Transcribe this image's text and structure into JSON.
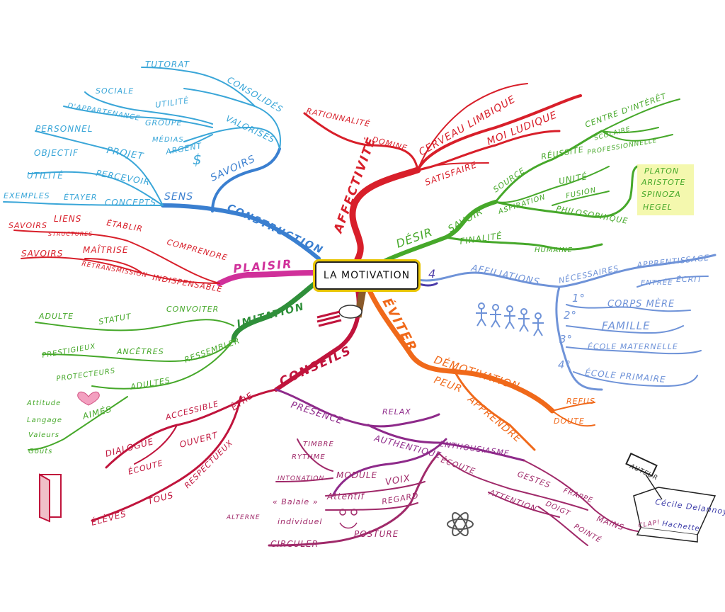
{
  "center": {
    "title": "LA MOTIVATION",
    "number": "4"
  },
  "colors": {
    "affectivite": "#d81f2a",
    "desir": "#46a82a",
    "affiliations": "#6f93d8",
    "eviter": "#f0691a",
    "conseils": "#c0143c",
    "imitation": "#2f8f3a",
    "plaisir": "#d0309a",
    "construction": "#3a7fd0",
    "sens": "#3aa6d8",
    "presence": "#8e2a8a",
    "platon_bg": "#f2f7a0",
    "heart": "#f3a0c0"
  },
  "affectivite": {
    "main": "AFFECTIVITÉ",
    "rationnalite": "RATIONNALITÉ",
    "domine": "DOMINE",
    "cerveau": "CERVEAU LIMBIQUE",
    "moi": "MOI LUDIQUE",
    "satisfaire": "SATISFAIRE"
  },
  "desir": {
    "main": "DÉSIR",
    "savoir": "SAVOIR",
    "source": "SOURCE",
    "reussite": "RÉUSSITE",
    "centre": "CENTRE D'INTÉRÊT",
    "scolaire": "SCOLAIRE",
    "pro": "PROFESSIONNELLE",
    "aspiration": "ASPIRATION",
    "unite": "UNITÉ",
    "fusion": "FUSION",
    "philo": "PHILOSOPHIQUE",
    "finalite": "FINALITÉ",
    "humaine": "HUMAINE",
    "platon": [
      "PLATON",
      "ARISTOTE",
      "SPINOZA",
      "HEGEL"
    ]
  },
  "affiliations": {
    "main": "AFFILIATIONS",
    "necessaires": "NÉCESSAIRES",
    "apprentissage": "APPRENTISSAGE",
    "entree": "ENTRÉE",
    "ecrit": "ÉCRIT",
    "items": [
      {
        "n": "1°",
        "label": "CORPS MÈRE"
      },
      {
        "n": "2°",
        "label": "FAMILLE"
      },
      {
        "n": "3°",
        "label": "ÉCOLE MATERNELLE"
      },
      {
        "n": "4°",
        "label": "ÉCOLE PRIMAIRE"
      }
    ]
  },
  "eviter": {
    "main": "ÉVITER",
    "demotivation": "DÉMOTIVATION",
    "peur": "PEUR",
    "apprendre": "APPRENDRE",
    "refus": "REFUS",
    "doute": "DOUTE"
  },
  "conseils": {
    "main": "CONSEILS",
    "presence": "PRÉSENCE",
    "relax": "RELAX",
    "authentique": "AUTHENTIQUE",
    "enthousiasme": "ENTHOUSIASME",
    "etre": "ÊTRE",
    "accessible": "ACCESSIBLE",
    "ouvert": "OUVERT",
    "dialogue": "DIALOGUE",
    "ecoute": "ÉCOUTE",
    "respectueux": "RESPECTUEUX",
    "tous": "TOUS",
    "eleves": "ÉLÈVES",
    "timbre": "TIMBRE",
    "rythme": "RYTHME",
    "intonation": "INTONATION",
    "module": "MODULE",
    "voix": "VOIX",
    "ecoute2": "ÉCOUTE",
    "gestes": "GESTES",
    "frappe": "FRAPPE",
    "mains": "MAINS",
    "clap": "CLAP!",
    "attention": "ATTENTION",
    "doigt": "DOIGT",
    "pointe": "POINTÉ",
    "alterne": "ALTERNE",
    "balaie": "« Balaie »",
    "individuel": "individuel",
    "attentif": "Attentif",
    "regard": "REGARD",
    "circuler": "CIRCULER",
    "posture": "POSTURE"
  },
  "imitation": {
    "main": "IMITATION",
    "convoiter": "CONVOITER",
    "statut": "STATUT",
    "adulte": "ADULTE",
    "ressembler": "RESSEMBLER",
    "ancetres": "ANCÊTRES",
    "prestigieux": "PRESTIGIEUX",
    "adultes": "ADULTES",
    "protecteurs": "PROTECTEURS",
    "aimes": "AIMÉS",
    "traits": [
      "Attitude",
      "Langage",
      "Valeurs",
      "Goûts"
    ]
  },
  "plaisir": {
    "main": "PLAISIR",
    "comprendre": "COMPRENDRE",
    "etablir": "ÉTABLIR",
    "liens": "LIENS",
    "savoirs": "SAVOIRS",
    "structures": "STRUCTURES",
    "maitrise": "MAÎTRISE",
    "savoirs2": "SAVOIRS",
    "indispensable": "INDISPENSABLE",
    "retransmission": "RETRANSMISSION"
  },
  "construction": {
    "main": "CONSTRUCTION",
    "savoirs": "SAVOIRS"
  },
  "sens": {
    "main": "SENS",
    "tutorat": "TUTORAT",
    "consolides": "CONSOLIDÉS",
    "valorises": "VALORISÉS",
    "sociale": "SOCIALE",
    "utilite": "UTILITÉ",
    "appartenance": "D'APPARTENANCE",
    "groupe": "GROUPE",
    "medias": "MÉDIAS",
    "argent": "ARGENT",
    "dollar": "$",
    "personnel": "PERSONNEL",
    "objectif": "OBJECTIF",
    "projet": "PROJET",
    "utilite2": "UTILITÉ",
    "percevoir": "PERCEVOIR",
    "exemples": "EXEMPLES",
    "etayer": "ÉTAYER",
    "concepts": "CONCEPTS"
  },
  "author": {
    "tag": "AUTEUR",
    "name": "Cécile Delannoy",
    "publisher": "Hachette"
  }
}
